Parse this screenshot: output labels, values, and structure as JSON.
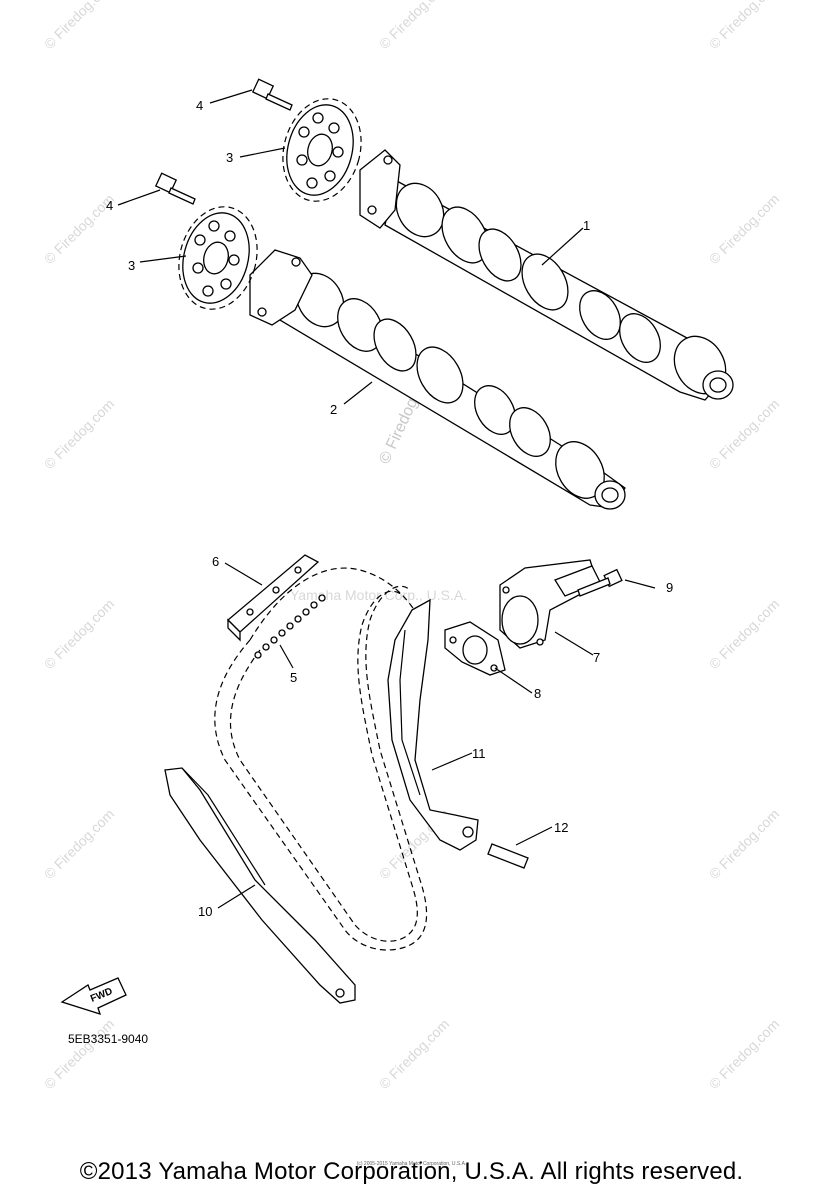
{
  "watermark": {
    "text": "© Firedog.com",
    "center_text": "Yamaha Motor Corp., U.S.A."
  },
  "callouts": [
    {
      "number": "1",
      "part": "camshaft-exhaust"
    },
    {
      "number": "2",
      "part": "camshaft-intake"
    },
    {
      "number": "3",
      "part": "cam-sprocket-upper"
    },
    {
      "number": "3",
      "part": "cam-sprocket-lower"
    },
    {
      "number": "4",
      "part": "bolt-upper"
    },
    {
      "number": "4",
      "part": "bolt-lower"
    },
    {
      "number": "5",
      "part": "timing-chain"
    },
    {
      "number": "6",
      "part": "chain-guide-top"
    },
    {
      "number": "7",
      "part": "cam-chain-tensioner"
    },
    {
      "number": "8",
      "part": "gasket"
    },
    {
      "number": "9",
      "part": "tensioner-bolt"
    },
    {
      "number": "10",
      "part": "chain-guide-exhaust"
    },
    {
      "number": "11",
      "part": "tensioner-guide-intake"
    },
    {
      "number": "12",
      "part": "pin"
    }
  ],
  "fwd_label": "FWD",
  "part_code": "5EB3351-9040",
  "small_print": "(c) 2005-2015 Yamaha Motor Corporation, U.S.A.",
  "copyright": "©2013 Yamaha Motor Corporation, U.S.A. All rights reserved."
}
